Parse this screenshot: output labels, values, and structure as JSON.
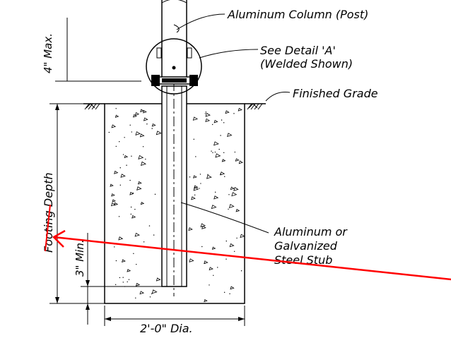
{
  "labels": {
    "column": "Aluminum Column (Post)",
    "detail_line1": "See Detail 'A'",
    "detail_line2": "(Welded Shown)",
    "grade": "Finished Grade",
    "stub_line1": "Aluminum or",
    "stub_line2": "Galvanized",
    "stub_line3": "Steel Stub",
    "max_dim": "4\" Max.",
    "footing_depth": "Footing Depth",
    "min_dim": "3\" Min.",
    "diameter": "2'-0\" Dia."
  },
  "colors": {
    "line": "#000000",
    "annotation_arrow": "#ff0000"
  }
}
